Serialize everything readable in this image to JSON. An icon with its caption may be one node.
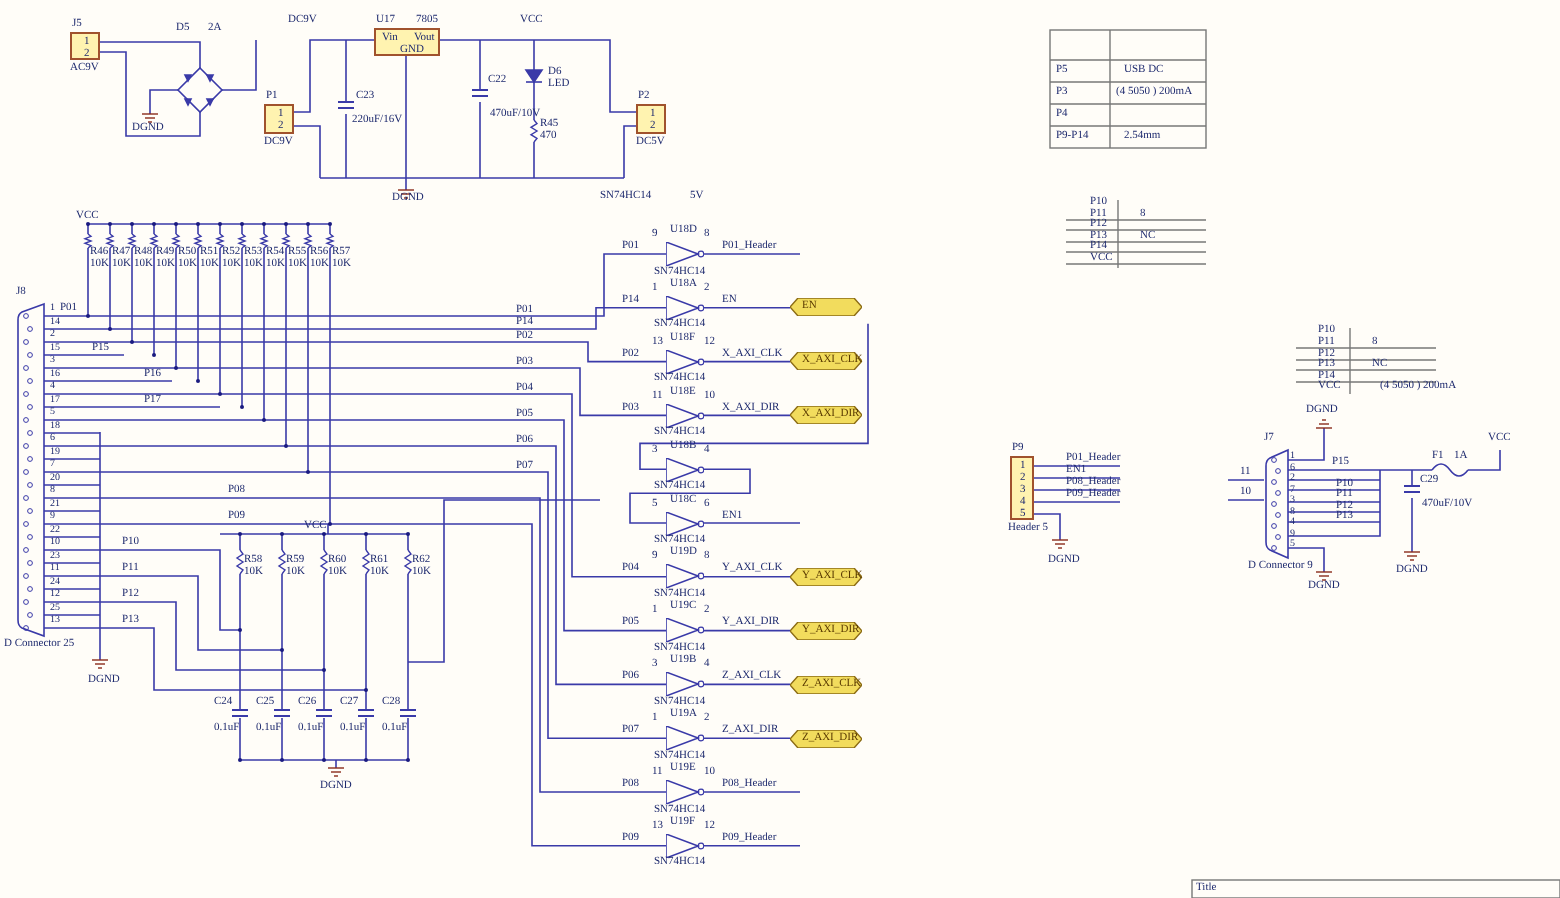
{
  "diagram": {
    "nodes": [
      {
        "text": [
          "J5",
          "1",
          "2",
          "AC9V"
        ]
      },
      {
        "text": [
          "P1",
          "1",
          "2",
          "DC9V"
        ]
      },
      {
        "text": [
          "U17",
          "7805",
          "Vin",
          "Vout",
          "GND"
        ]
      },
      {
        "text": [
          "P2",
          "1",
          "2",
          "DC5V"
        ]
      },
      {
        "text": [
          "J8",
          "1",
          "14",
          "2",
          "15",
          "3",
          "16",
          "4",
          "17",
          "5",
          "18",
          "6",
          "19",
          "7",
          "20",
          "8",
          "21",
          "9",
          "22",
          "10",
          "23",
          "11",
          "24",
          "12",
          "25",
          "13",
          "D Connector 25"
        ]
      },
      {
        "text": [
          "U18D",
          "9",
          "8",
          "SN74HC14"
        ]
      },
      {
        "text": [
          "U18A",
          "1",
          "2",
          "SN74HC14"
        ]
      },
      {
        "text": [
          "U18F",
          "13",
          "12",
          "SN74HC14"
        ]
      },
      {
        "text": [
          "U18E",
          "11",
          "10",
          "SN74HC14"
        ]
      },
      {
        "text": [
          "U18B",
          "3",
          "4",
          "SN74HC14"
        ]
      },
      {
        "text": [
          "U18C",
          "5",
          "6",
          "SN74HC14"
        ]
      },
      {
        "text": [
          "U19D",
          "9",
          "8",
          "SN74HC14"
        ]
      },
      {
        "text": [
          "U19C",
          "1",
          "2",
          "SN74HC14"
        ]
      },
      {
        "text": [
          "U19B",
          "3",
          "4",
          "SN74HC14"
        ]
      },
      {
        "text": [
          "U19A",
          "1",
          "2",
          "SN74HC14"
        ]
      },
      {
        "text": [
          "U19E",
          "11",
          "10",
          "SN74HC14"
        ]
      },
      {
        "text": [
          "U19F",
          "13",
          "12",
          "SN74HC14"
        ]
      },
      {
        "text": [
          "EN"
        ]
      },
      {
        "text": [
          "X_AXI_CLK"
        ]
      },
      {
        "text": [
          "X_AXI_DIR"
        ]
      },
      {
        "text": [
          "Y_AXI_CLK"
        ]
      },
      {
        "text": [
          "Y_AXI_DIR"
        ]
      },
      {
        "text": [
          "Z_AXI_CLK"
        ]
      },
      {
        "text": [
          "Z_AXI_DIR"
        ]
      },
      {
        "text": [
          "P9",
          "1",
          "2",
          "3",
          "4",
          "5",
          "Header 5"
        ]
      },
      {
        "text": [
          "J7",
          "1",
          "6",
          "2",
          "7",
          "3",
          "8",
          "4",
          "9",
          "5",
          "D Connector 9"
        ]
      }
    ],
    "edges": [
      {
        "from": 1,
        "to": 2,
        "arrow": "none"
      },
      {
        "from": 2,
        "to": 3,
        "arrow": "none"
      },
      {
        "from": 6,
        "to": 17,
        "arrow": "none"
      },
      {
        "from": 7,
        "to": 18,
        "arrow": "none"
      },
      {
        "from": 8,
        "to": 19,
        "arrow": "none"
      },
      {
        "from": 11,
        "to": 20,
        "arrow": "none"
      },
      {
        "from": 12,
        "to": 21,
        "arrow": "none"
      },
      {
        "from": 13,
        "to": 22,
        "arrow": "none"
      },
      {
        "from": 14,
        "to": 23,
        "arrow": "none"
      }
    ],
    "labels": [
      "D5",
      "2A",
      "DC9V",
      "VCC",
      "C23",
      "220uF/16V",
      "C22",
      "470uF/10V",
      "D6",
      "LED",
      "R45",
      "470",
      "DGND",
      "DGND",
      "SN74HC14",
      "5V",
      "VCC",
      "R46",
      "R47",
      "R48",
      "R49",
      "R50",
      "R51",
      "R52",
      "R53",
      "R54",
      "R55",
      "R56",
      "R57",
      "10K",
      "10K",
      "10K",
      "10K",
      "10K",
      "10K",
      "10K",
      "10K",
      "10K",
      "10K",
      "10K",
      "10K",
      "P01",
      "P15",
      "P16",
      "P17",
      "P08",
      "P09",
      "P10",
      "P11",
      "P12",
      "P13",
      "P01",
      "P14",
      "P02",
      "P03",
      "P04",
      "P05",
      "P06",
      "P07",
      "DGND",
      "VCC",
      "R58",
      "R59",
      "R60",
      "R61",
      "R62",
      "10K",
      "10K",
      "10K",
      "10K",
      "10K",
      "C24",
      "C25",
      "C26",
      "C27",
      "C28",
      "0.1uF",
      "0.1uF",
      "0.1uF",
      "0.1uF",
      "0.1uF",
      "DGND",
      "P01",
      "P14",
      "P02",
      "P03",
      "P04",
      "P05",
      "P06",
      "P07",
      "P08",
      "P09",
      "P01_Header",
      "EN",
      "X_AXI_CLK",
      "X_AXI_DIR",
      "EN1",
      "Y_AXI_CLK",
      "Y_AXI_DIR",
      "Z_AXI_CLK",
      "Z_AXI_DIR",
      "P08_Header",
      "P09_Header",
      "P5",
      "USB  DC",
      "P3",
      "(4  5050  ) 200mA",
      "P4",
      "P9-P14",
      "2.54mm",
      "P10",
      "P11",
      "8",
      "P12",
      "P13",
      "NC",
      "P14",
      "VCC",
      "P10",
      "P11",
      "8",
      "P12",
      "P13",
      "NC",
      "P14",
      "VCC",
      "(4  5050  ) 200mA",
      "P01_Header",
      "EN1",
      "P08_Header",
      "P09_Header",
      "DGND",
      "DGND",
      "11",
      "10",
      "P15",
      "P10",
      "P11",
      "P12",
      "P13",
      "F1",
      "1A",
      "VCC",
      "C29",
      "470uF/10V",
      "DGND",
      "DGND",
      "Title"
    ]
  }
}
